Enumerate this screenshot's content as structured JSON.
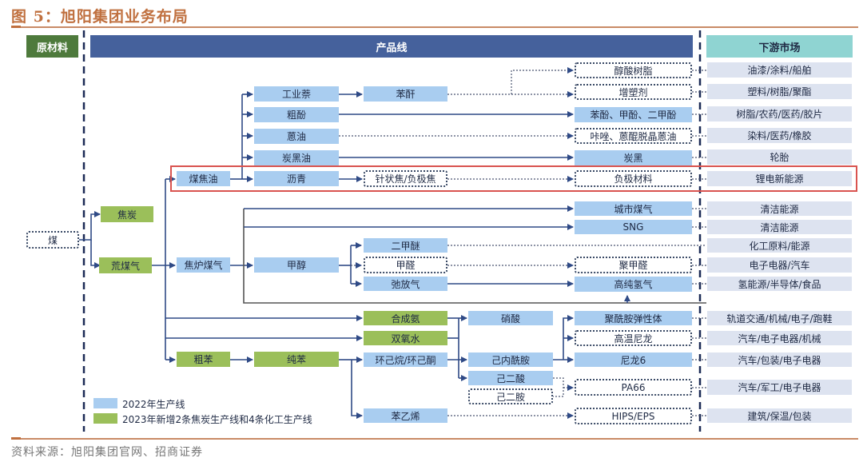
{
  "title": "图 5：旭阳集团业务布局",
  "source": "资料来源：旭阳集团官网、招商证券",
  "headers": {
    "raw": "原材料",
    "product": "产品线",
    "market": "下游市场"
  },
  "colors": {
    "line_2022": "#a9cdf0",
    "line_2023": "#9bbf5a",
    "header_raw": "#4e7a3c",
    "header_product": "#45619c",
    "header_market": "#8fd4d2",
    "highlight": "#d9534f",
    "title": "#c0703f"
  },
  "nodes": {
    "coal": "煤",
    "coke": "焦炭",
    "raw_gas": "荒煤气",
    "coal_tar": "煤焦油",
    "coke_gas": "焦炉煤气",
    "naphthalene": "工业萘",
    "crude_phenol": "粗酚",
    "anthracene_oil": "蒽油",
    "carbon_black_oil": "炭黑油",
    "pitch": "沥青",
    "phthalic": "苯酐",
    "needle_coke": "针状焦/负极焦",
    "alkyd": "醇酸树脂",
    "plasticizer": "增塑剂",
    "phenols": "苯酚、甲酚、二甲酚",
    "carbazole": "咔唑、蒽醌脱晶蒽油",
    "carbon_black": "炭黑",
    "anode": "负极材料",
    "city_gas": "城市煤气",
    "sng": "SNG",
    "methanol": "甲醇",
    "dme": "二甲醚",
    "formaldehyde": "甲醛",
    "purge_gas": "弛放气",
    "pom": "聚甲醛",
    "hydrogen": "高纯氢气",
    "ammonia": "合成氨",
    "h2o2": "双氧水",
    "crude_benzene": "粗苯",
    "pure_benzene": "纯苯",
    "cyclohexane": "环己烷/环己酮",
    "styrene": "苯乙烯",
    "nitric": "硝酸",
    "caprolactam": "己内酰胺",
    "adipic": "己二酸",
    "hmda": "己二胺",
    "pa_elastomer": "聚酰胺弹性体",
    "ht_nylon": "高温尼龙",
    "nylon6": "尼龙6",
    "pa66": "PA66",
    "hips": "HIPS/EPS"
  },
  "markets": [
    "油漆/涂料/船舶",
    "塑料/树脂/聚酯",
    "树脂/农药/医药/胶片",
    "染料/医药/橡胶",
    "轮胎",
    "锂电新能源",
    "清洁能源",
    "清洁能源",
    "化工原料/能源",
    "电子电器/汽车",
    "氢能源/半导体/食品",
    "轨道交通/机械/电子/跑鞋",
    "汽车/电子电器/机械",
    "汽车/包装/电子电器",
    "汽车/军工/电子电器",
    "建筑/保温/包装"
  ],
  "legend": [
    {
      "label": "2022年生产线",
      "color": "#a9cdf0"
    },
    {
      "label": "2023年新增2条焦炭生产线和4条化工生产线",
      "color": "#9bbf5a"
    }
  ]
}
